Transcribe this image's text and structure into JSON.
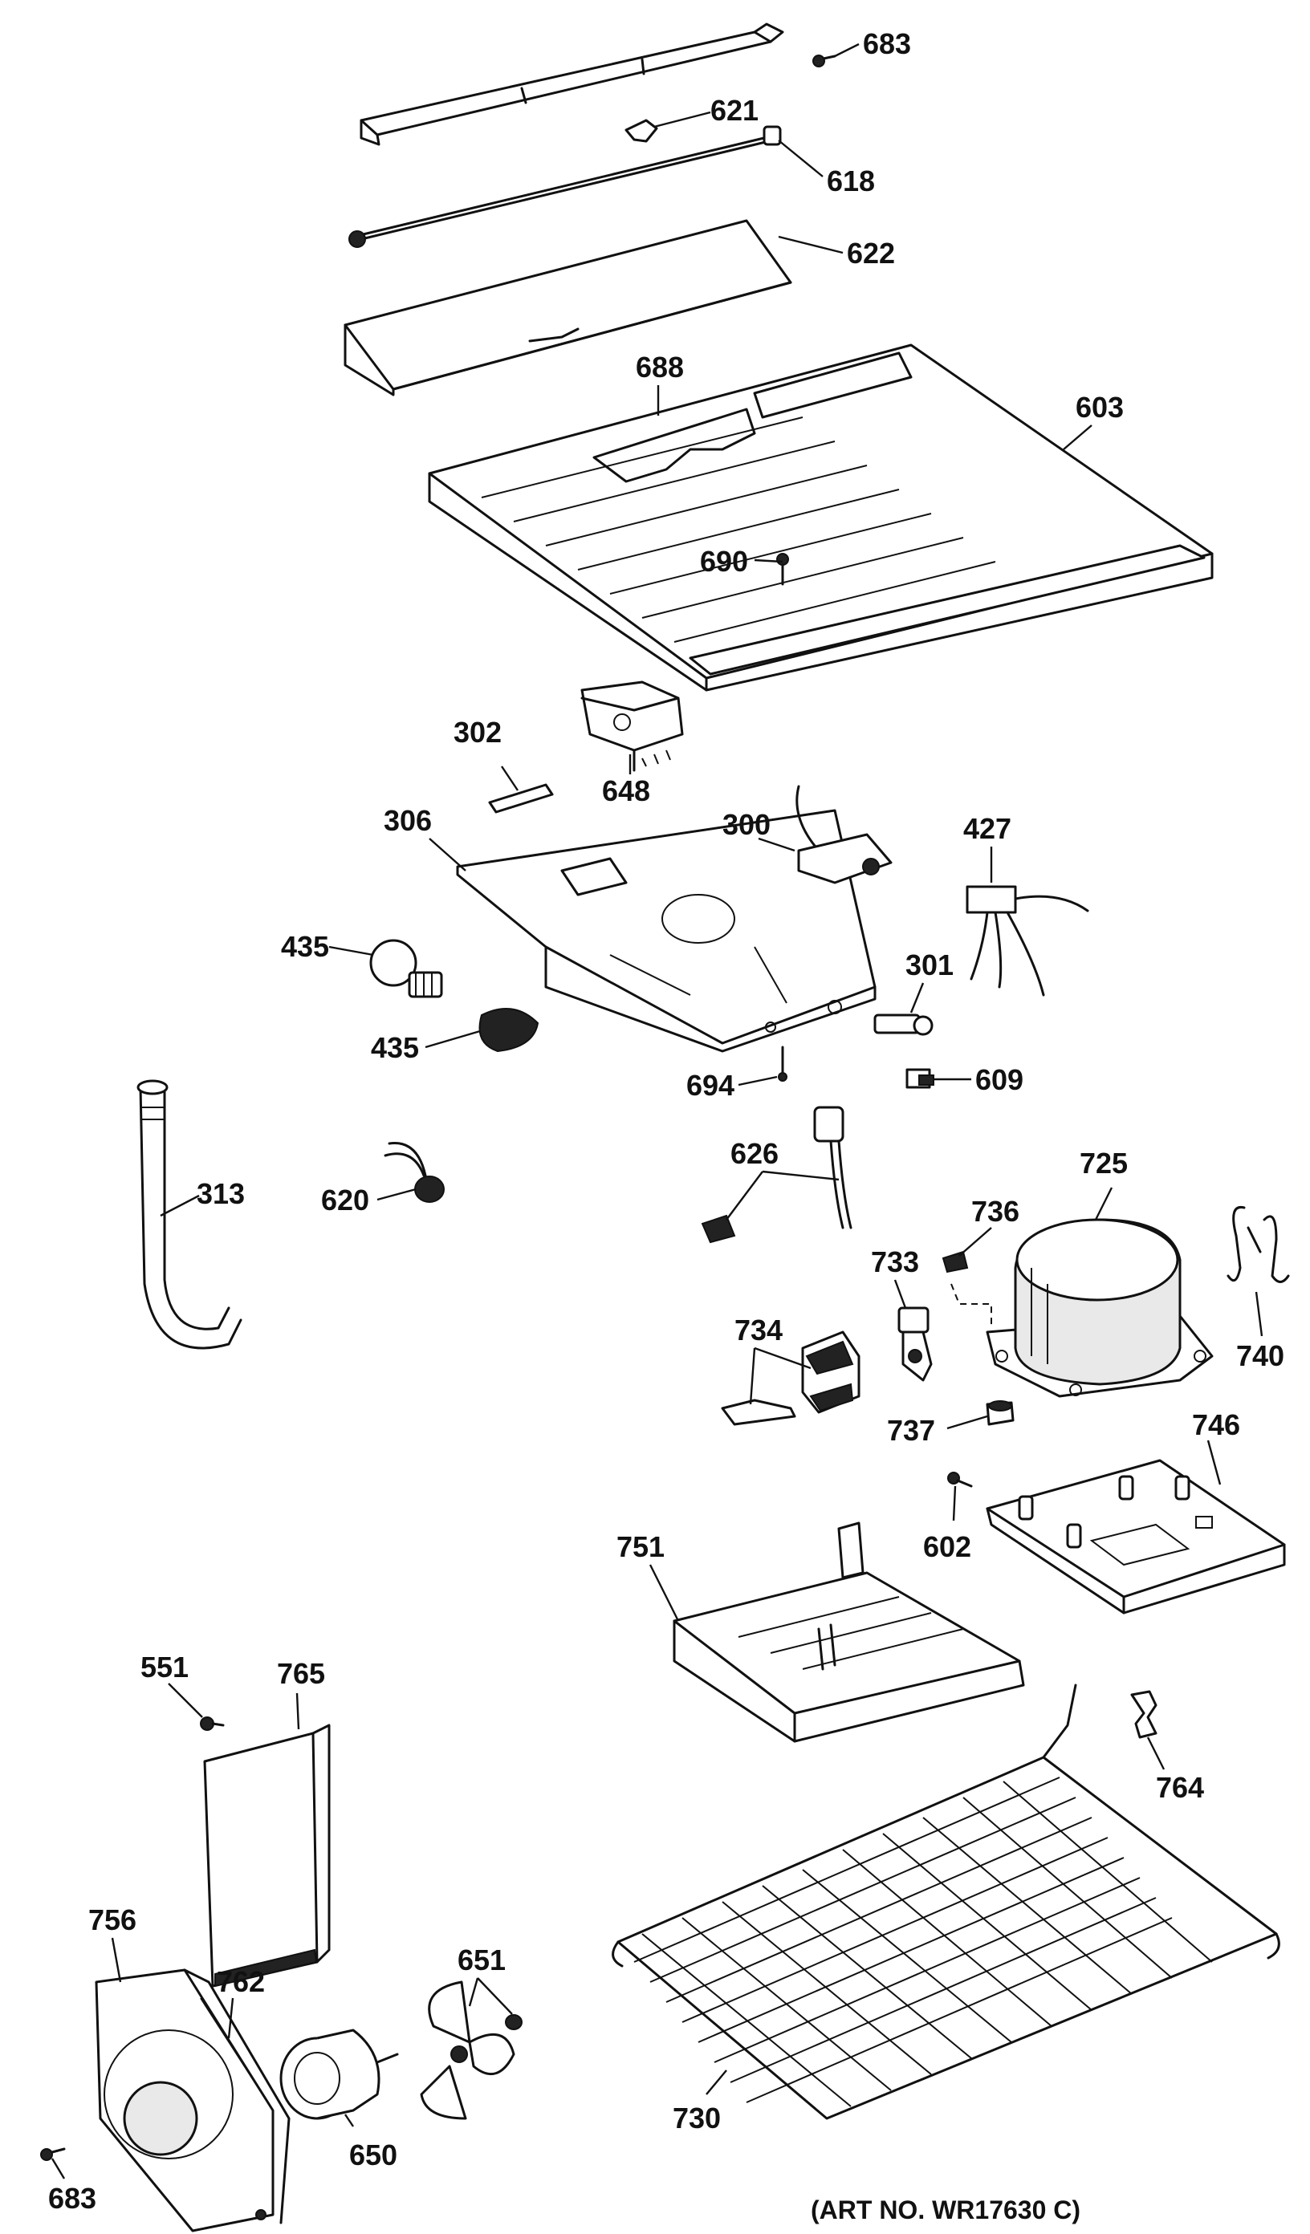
{
  "art_number": "(ART NO. WR17630 C)",
  "callouts": {
    "c683_top": "683",
    "c621": "621",
    "c618": "618",
    "c622": "622",
    "c688": "688",
    "c603": "603",
    "c690": "690",
    "c302": "302",
    "c648": "648",
    "c306": "306",
    "c300": "300",
    "c427": "427",
    "c435_bulb": "435",
    "c435_socket": "435",
    "c301": "301",
    "c694": "694",
    "c609": "609",
    "c313": "313",
    "c620": "620",
    "c626": "626",
    "c736": "736",
    "c725": "725",
    "c740": "740",
    "c733": "733",
    "c734": "734",
    "c737": "737",
    "c746": "746",
    "c602": "602",
    "c751": "751",
    "c551": "551",
    "c765": "765",
    "c764": "764",
    "c651": "651",
    "c756": "756",
    "c762": "762",
    "c650": "650",
    "c730": "730",
    "c683_bottom": "683"
  }
}
